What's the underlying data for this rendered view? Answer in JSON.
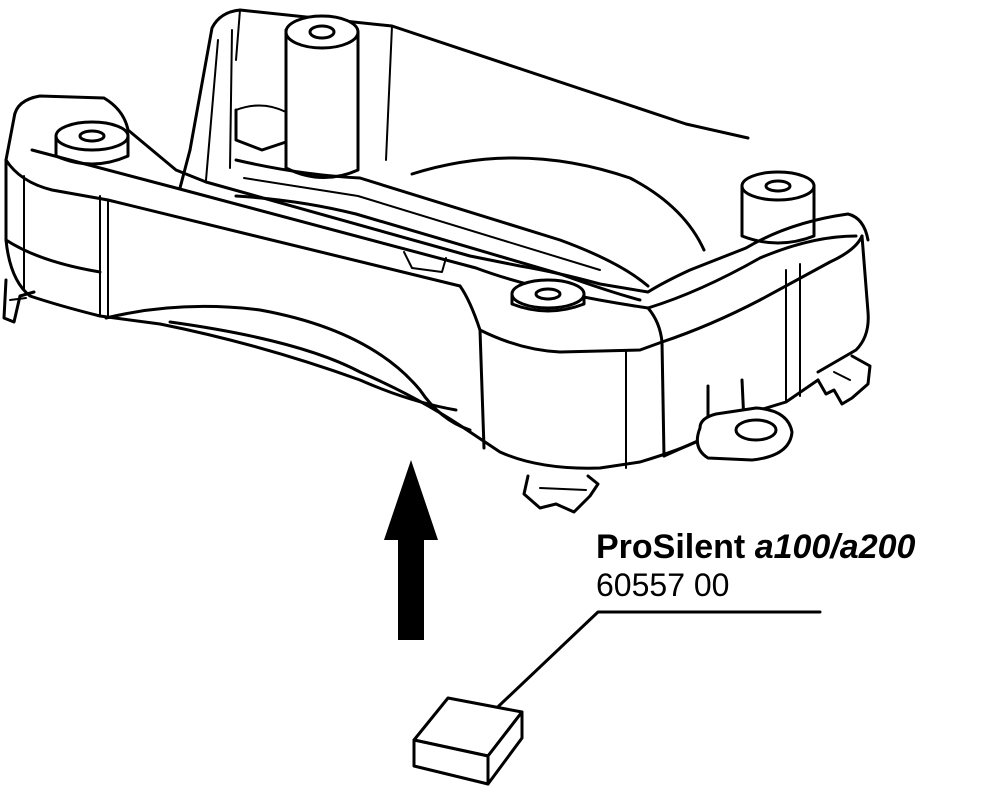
{
  "label": {
    "brand": "ProSilent",
    "model": "a100/a200",
    "part_number": "60557 00"
  },
  "icons": {
    "housing": "pump-housing-base-icon",
    "pad": "rubber-pad-icon",
    "arrow": "arrow-up-icon"
  }
}
